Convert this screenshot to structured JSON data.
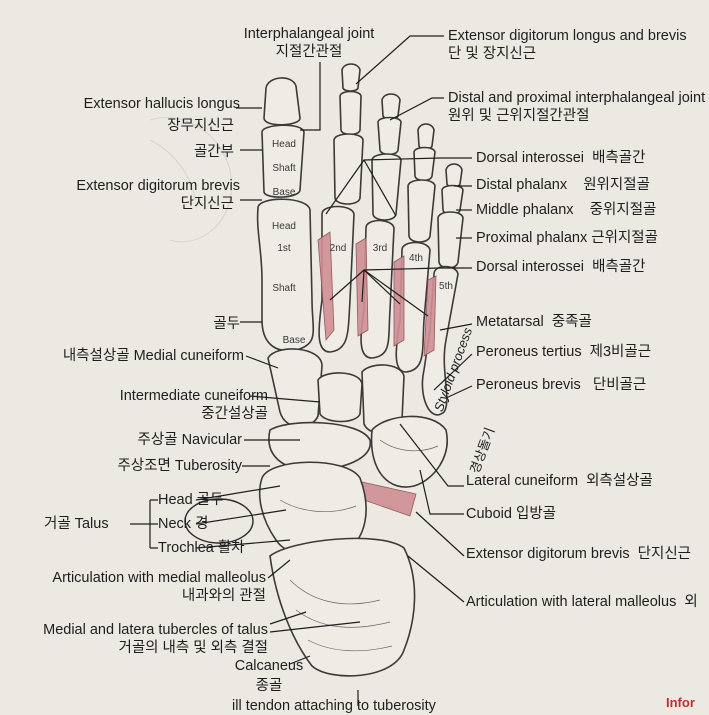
{
  "labels": {
    "interphalangeal_joint": "Interphalangeal joint",
    "interphalangeal_joint_ko": "지절간관절",
    "extensor_digitorum_longus_brevis": "Extensor digitorum longus and brevis",
    "extensor_digitorum_longus_brevis_ko": "단 및 장지신근",
    "extensor_hallucis_longus": "Extensor hallucis longus",
    "extensor_hallucis_longus_ko": "장무지신근",
    "distal_proximal_ip_joint": "Distal and proximal interphalangeal joint",
    "distal_proximal_ip_joint_ko": "원위 및  근위지절간관절",
    "golganbu": "골간부",
    "dorsal_interossei_top": "Dorsal interossei",
    "dorsal_interossei_top_ko": "배측골간",
    "extensor_digitorum_brevis_left": "Extensor digitorum brevis",
    "extensor_digitorum_brevis_left_ko": "단지신근",
    "distal_phalanx": "Distal phalanx",
    "distal_phalanx_ko": "원위지절골",
    "middle_phalanx": "Middle phalanx",
    "middle_phalanx_ko": "중위지절골",
    "proximal_phalanx": "Proximal phalanx",
    "proximal_phalanx_ko": "근위지절골",
    "dorsal_interossei_bottom": "Dorsal interossei",
    "dorsal_interossei_bottom_ko": "배측골간",
    "goldu": "골두",
    "metatarsal": "Metatarsal",
    "metatarsal_ko": "중족골",
    "medial_cuneiform": "Medial cuneiform",
    "medial_cuneiform_ko": "내측설상골",
    "peroneus_tertius": "Peroneus tertius",
    "peroneus_tertius_ko": "제3비골근",
    "peroneus_brevis": "Peroneus brevis",
    "peroneus_brevis_ko": "단비골근",
    "intermediate_cuneiform": "Intermediate cuneiform",
    "intermediate_cuneiform_ko": "중간설상골",
    "navicular": "Navicular",
    "navicular_ko": "주상골",
    "tuberosity": "Tuberosity",
    "tuberosity_ko": "주상조면",
    "lateral_cuneiform": "Lateral cuneiform",
    "lateral_cuneiform_ko": "외측설상골",
    "talus_head": "Head",
    "talus_head_ko": "골두",
    "talus": "Talus",
    "talus_ko": "거골",
    "talus_neck": "Neck",
    "talus_neck_ko": "경",
    "talus_trochlea": "Trochlea",
    "talus_trochlea_ko": "활차",
    "cuboid": "Cuboid",
    "cuboid_ko": "입방골",
    "extensor_digitorum_brevis_right": "Extensor digitorum brevis",
    "extensor_digitorum_brevis_right_ko": "단지신근",
    "articulation_medial_malleolus": "Articulation with medial malleolus",
    "articulation_medial_malleolus_ko": "내과와의 관절",
    "articulation_lateral_malleolus": "Articulation with lateral malleolus",
    "articulation_lateral_malleolus_ko_partial": "외",
    "medial_lateral_tubercles": "Medial and latera tubercles of talus",
    "medial_lateral_tubercles_ko": "거골의 내측 및  외측  결절",
    "calcaneus": "Calcaneus",
    "calcaneus_ko": "종골",
    "bottom_cut_text": "ill tendon attaching to tuberosity",
    "bottom_right_red": "Infor",
    "styloid_process": "Styloid process",
    "styloid_process_ko": "경상돌기"
  },
  "bone_marks": {
    "head": "Head",
    "shaft": "Shaft",
    "base": "Base",
    "head2": "Head",
    "first": "1st",
    "shaft2": "Shaft",
    "base2": "Base",
    "second": "2nd",
    "third": "3rd",
    "fourth": "4th",
    "fifth": "5th"
  },
  "colors": {
    "page": "#ece9e3",
    "bone": "#efece6",
    "bone_outline": "#3c3a37",
    "muscle": "#cf8f94",
    "leader": "#1e1e1e",
    "red_text": "#b53333"
  }
}
